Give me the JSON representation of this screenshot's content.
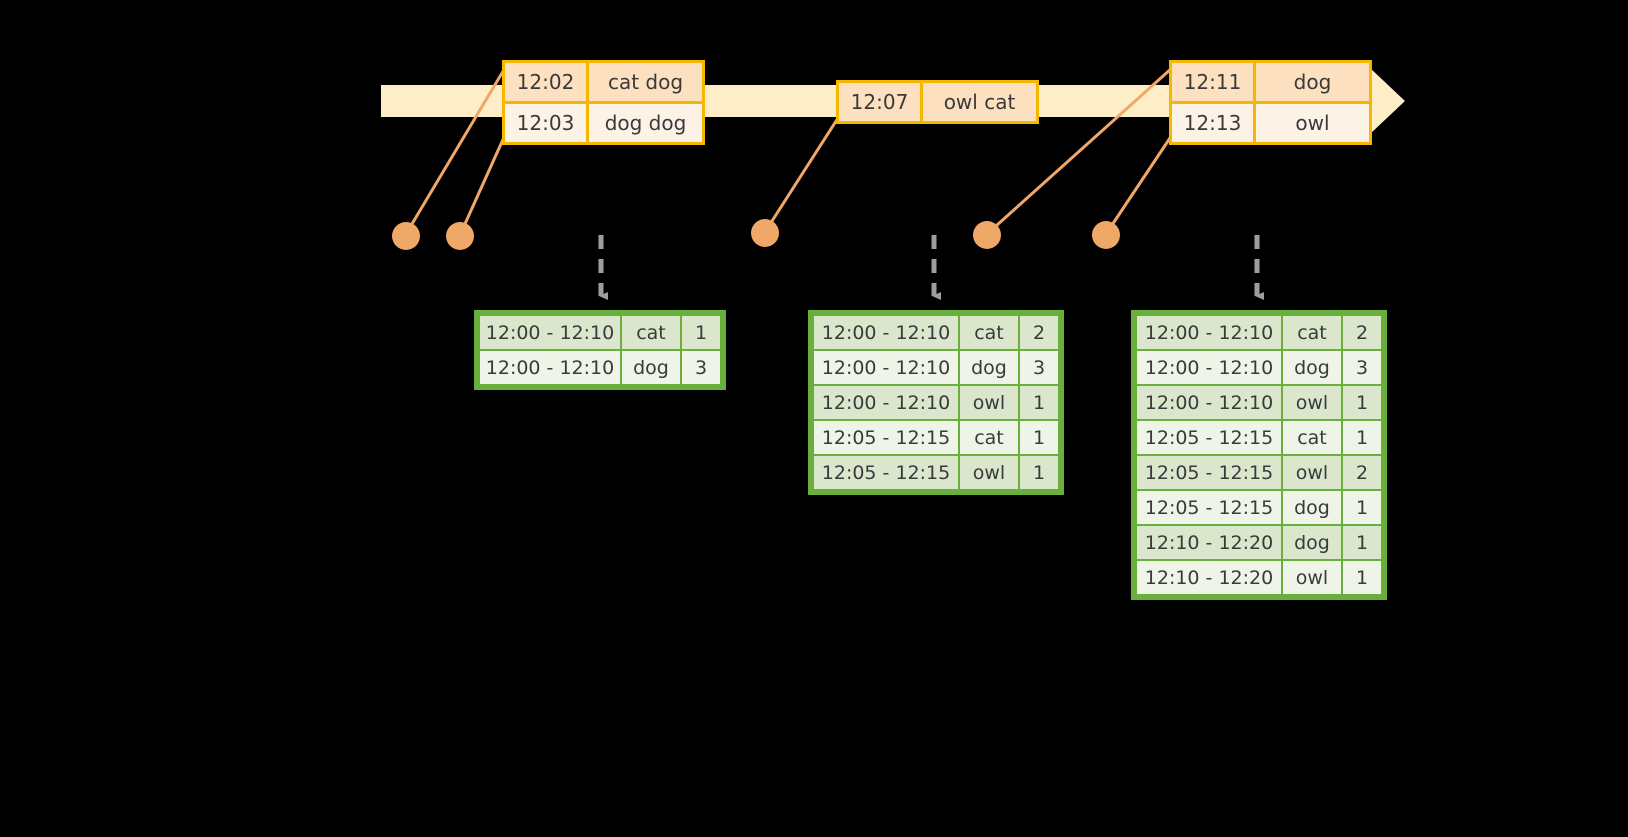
{
  "diagram": {
    "title": "sliding-window-event-count",
    "colors": {
      "timeline_fill": "#fdeec8",
      "event_border": "#f5b700",
      "event_fill": "#fdf2e6",
      "event_fill_shade": "#fde0c0",
      "connector": "#f0a868",
      "dot": "#f0a868",
      "table_border": "#6aae3c",
      "table_fill": "#eef4e8",
      "table_fill_shade": "#dbe7cd",
      "dashed_arrow": "#9e9e9e",
      "background": "#000000"
    }
  },
  "timeline": {
    "name": "event-timeline",
    "arrow_direction": "right"
  },
  "events": [
    {
      "name": "event-group-1",
      "rows": [
        {
          "time": "12:02",
          "value": "cat dog"
        },
        {
          "time": "12:03",
          "value": "dog dog"
        }
      ]
    },
    {
      "name": "event-group-2",
      "rows": [
        {
          "time": "12:07",
          "value": "owl cat"
        }
      ]
    },
    {
      "name": "event-group-3",
      "rows": [
        {
          "time": "12:11",
          "value": "dog"
        },
        {
          "time": "12:13",
          "value": "owl"
        }
      ]
    }
  ],
  "dots": [
    {
      "name": "event-dot-1"
    },
    {
      "name": "event-dot-2"
    },
    {
      "name": "event-dot-3"
    },
    {
      "name": "event-dot-4"
    },
    {
      "name": "event-dot-5"
    }
  ],
  "tables": [
    {
      "name": "window-result-table-1",
      "rows": [
        {
          "window": "12:00 - 12:10",
          "key": "cat",
          "count": "1",
          "shade": true
        },
        {
          "window": "12:00 - 12:10",
          "key": "dog",
          "count": "3",
          "shade": false
        }
      ]
    },
    {
      "name": "window-result-table-2",
      "rows": [
        {
          "window": "12:00 - 12:10",
          "key": "cat",
          "count": "2",
          "shade": true
        },
        {
          "window": "12:00 - 12:10",
          "key": "dog",
          "count": "3",
          "shade": false
        },
        {
          "window": "12:00 - 12:10",
          "key": "owl",
          "count": "1",
          "shade": true
        },
        {
          "window": "12:05 - 12:15",
          "key": "cat",
          "count": "1",
          "shade": false
        },
        {
          "window": "12:05 - 12:15",
          "key": "owl",
          "count": "1",
          "shade": true
        }
      ]
    },
    {
      "name": "window-result-table-3",
      "rows": [
        {
          "window": "12:00 - 12:10",
          "key": "cat",
          "count": "2",
          "shade": true
        },
        {
          "window": "12:00 - 12:10",
          "key": "dog",
          "count": "3",
          "shade": false
        },
        {
          "window": "12:00 - 12:10",
          "key": "owl",
          "count": "1",
          "shade": true
        },
        {
          "window": "12:05 - 12:15",
          "key": "cat",
          "count": "1",
          "shade": false
        },
        {
          "window": "12:05 - 12:15",
          "key": "owl",
          "count": "2",
          "shade": true
        },
        {
          "window": "12:05 - 12:15",
          "key": "dog",
          "count": "1",
          "shade": false
        },
        {
          "window": "12:10 - 12:20",
          "key": "dog",
          "count": "1",
          "shade": true
        },
        {
          "window": "12:10 - 12:20",
          "key": "owl",
          "count": "1",
          "shade": false
        }
      ]
    }
  ]
}
